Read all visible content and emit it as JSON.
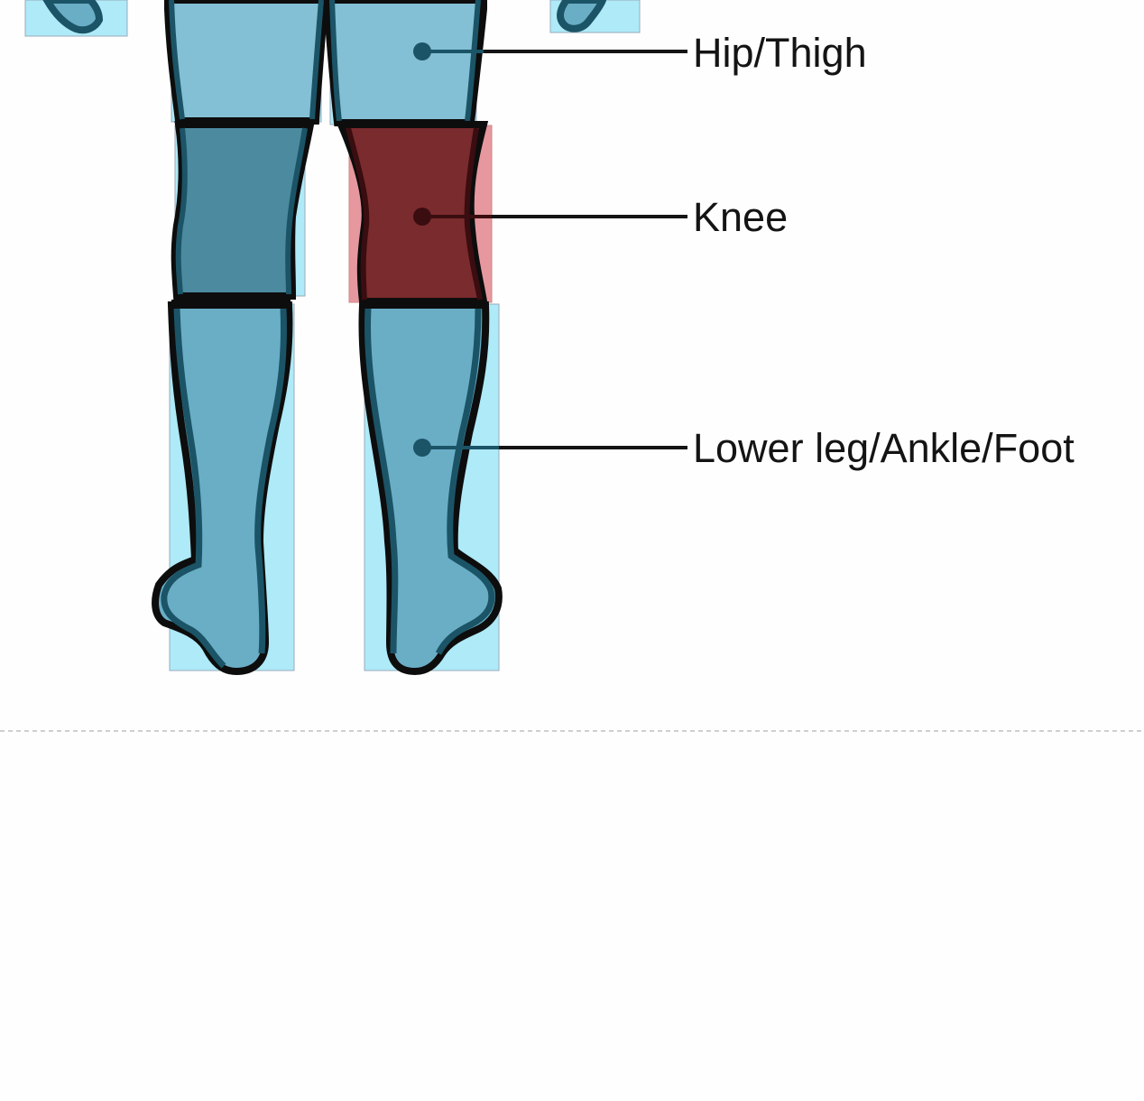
{
  "regions": [
    {
      "id": "hip-thigh",
      "label": "Hip/Thigh",
      "selected": false
    },
    {
      "id": "knee",
      "label": "Knee",
      "selected": true
    },
    {
      "id": "lower-leg-ankle-foot",
      "label": "Lower leg/Ankle/Foot",
      "selected": false
    }
  ],
  "colors": {
    "region_fill": "#aeeaf8",
    "body_fill": "#6aaec6",
    "body_outline": "#1b5466",
    "knee_unselected_fill": "#4c8aa0",
    "selected_box": "#e6989e",
    "selected_body": "#7a2b2e",
    "selected_outline": "#3a0d10",
    "leader_line": "#141414",
    "separator": "#cfcfcf",
    "background": "#fefefe"
  }
}
